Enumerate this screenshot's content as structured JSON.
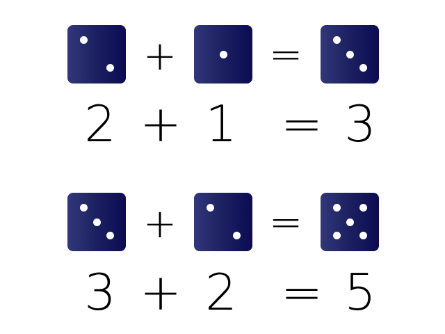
{
  "rows": [
    {
      "dice": [
        2,
        1,
        3
      ],
      "plus": "+",
      "equals": "=",
      "numbers": [
        "2",
        "+",
        "1",
        "=",
        "3"
      ]
    },
    {
      "dice": [
        3,
        2,
        5
      ],
      "plus": "+",
      "equals": "=",
      "numbers": [
        "3",
        "+",
        "2",
        "=",
        "5"
      ]
    }
  ],
  "colors": {
    "die_face": "#1d2262",
    "pip": "#ffffff"
  }
}
